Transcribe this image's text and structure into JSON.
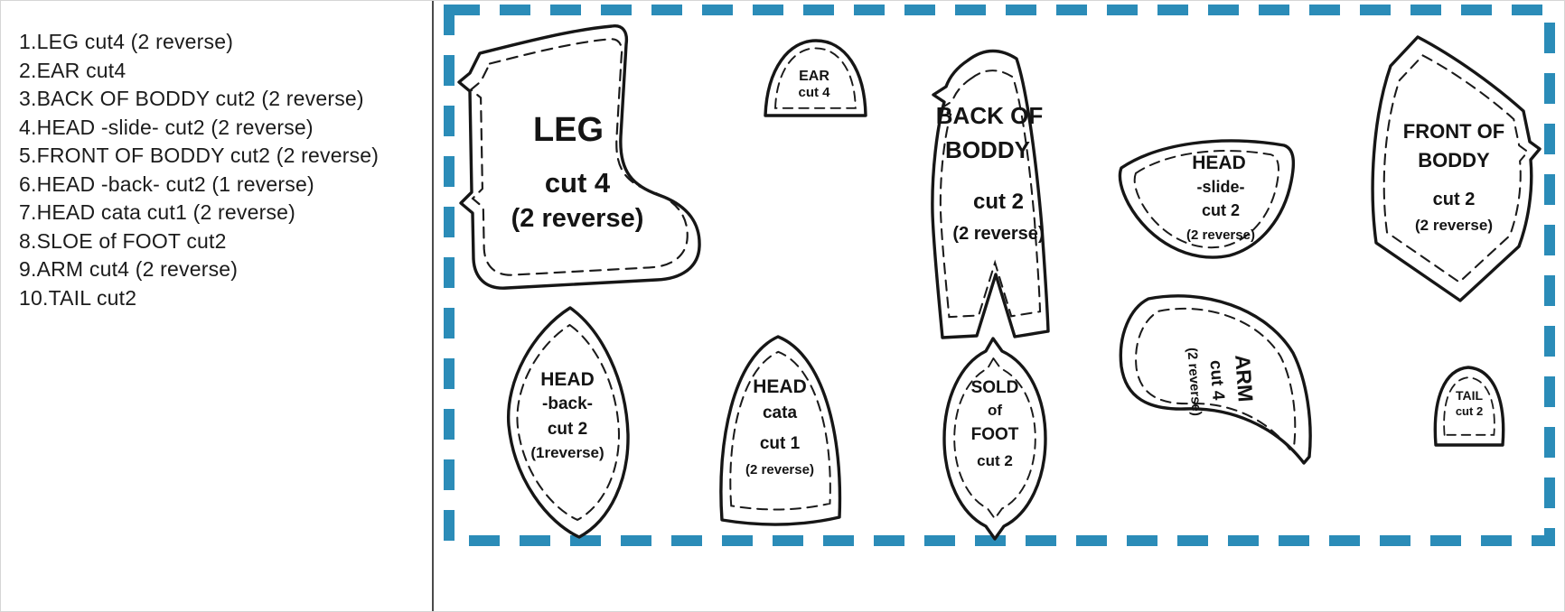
{
  "legend": {
    "items": [
      "1.LEG cut4 (2 reverse)",
      "2.EAR cut4",
      "3.BACK OF BODDY cut2 (2 reverse)",
      "4.HEAD -slide- cut2 (2 reverse)",
      "5.FRONT OF BODDY cut2 (2 reverse)",
      "6.HEAD -back- cut2 (1 reverse)",
      "7.HEAD cata cut1 (2 reverse)",
      "8.SLOE of FOOT cut2",
      "9.ARM cut4 (2 reverse)",
      "10.TAIL cut2"
    ]
  },
  "pieces": {
    "leg": {
      "lines": [
        "LEG",
        "cut 4",
        "(2 reverse)"
      ]
    },
    "ear": {
      "lines": [
        "EAR",
        "cut 4"
      ]
    },
    "back_of_boddy": {
      "lines": [
        "BACK OF",
        "BODDY",
        "cut 2",
        "(2 reverse)"
      ]
    },
    "head_slide": {
      "lines": [
        "HEAD",
        "-slide-",
        "cut 2",
        "(2 reverse)"
      ]
    },
    "front_of_boddy": {
      "lines": [
        "FRONT OF",
        "BODDY",
        "cut 2",
        "(2 reverse)"
      ]
    },
    "head_back": {
      "lines": [
        "HEAD",
        "-back-",
        "cut 2",
        "(1reverse)"
      ]
    },
    "head_cata": {
      "lines": [
        "HEAD",
        "cata",
        "cut 1",
        "(2 reverse)"
      ]
    },
    "sold_of_foot": {
      "lines": [
        "SOLD",
        "of",
        "FOOT",
        "cut 2"
      ]
    },
    "arm": {
      "lines": [
        "ARM",
        "cut 4",
        "(2 reverse)"
      ]
    },
    "tail": {
      "lines": [
        "TAIL",
        "cut 2"
      ]
    }
  },
  "colors": {
    "border": "#2b8cb8",
    "ink": "#141414",
    "paper": "#ffffff"
  }
}
